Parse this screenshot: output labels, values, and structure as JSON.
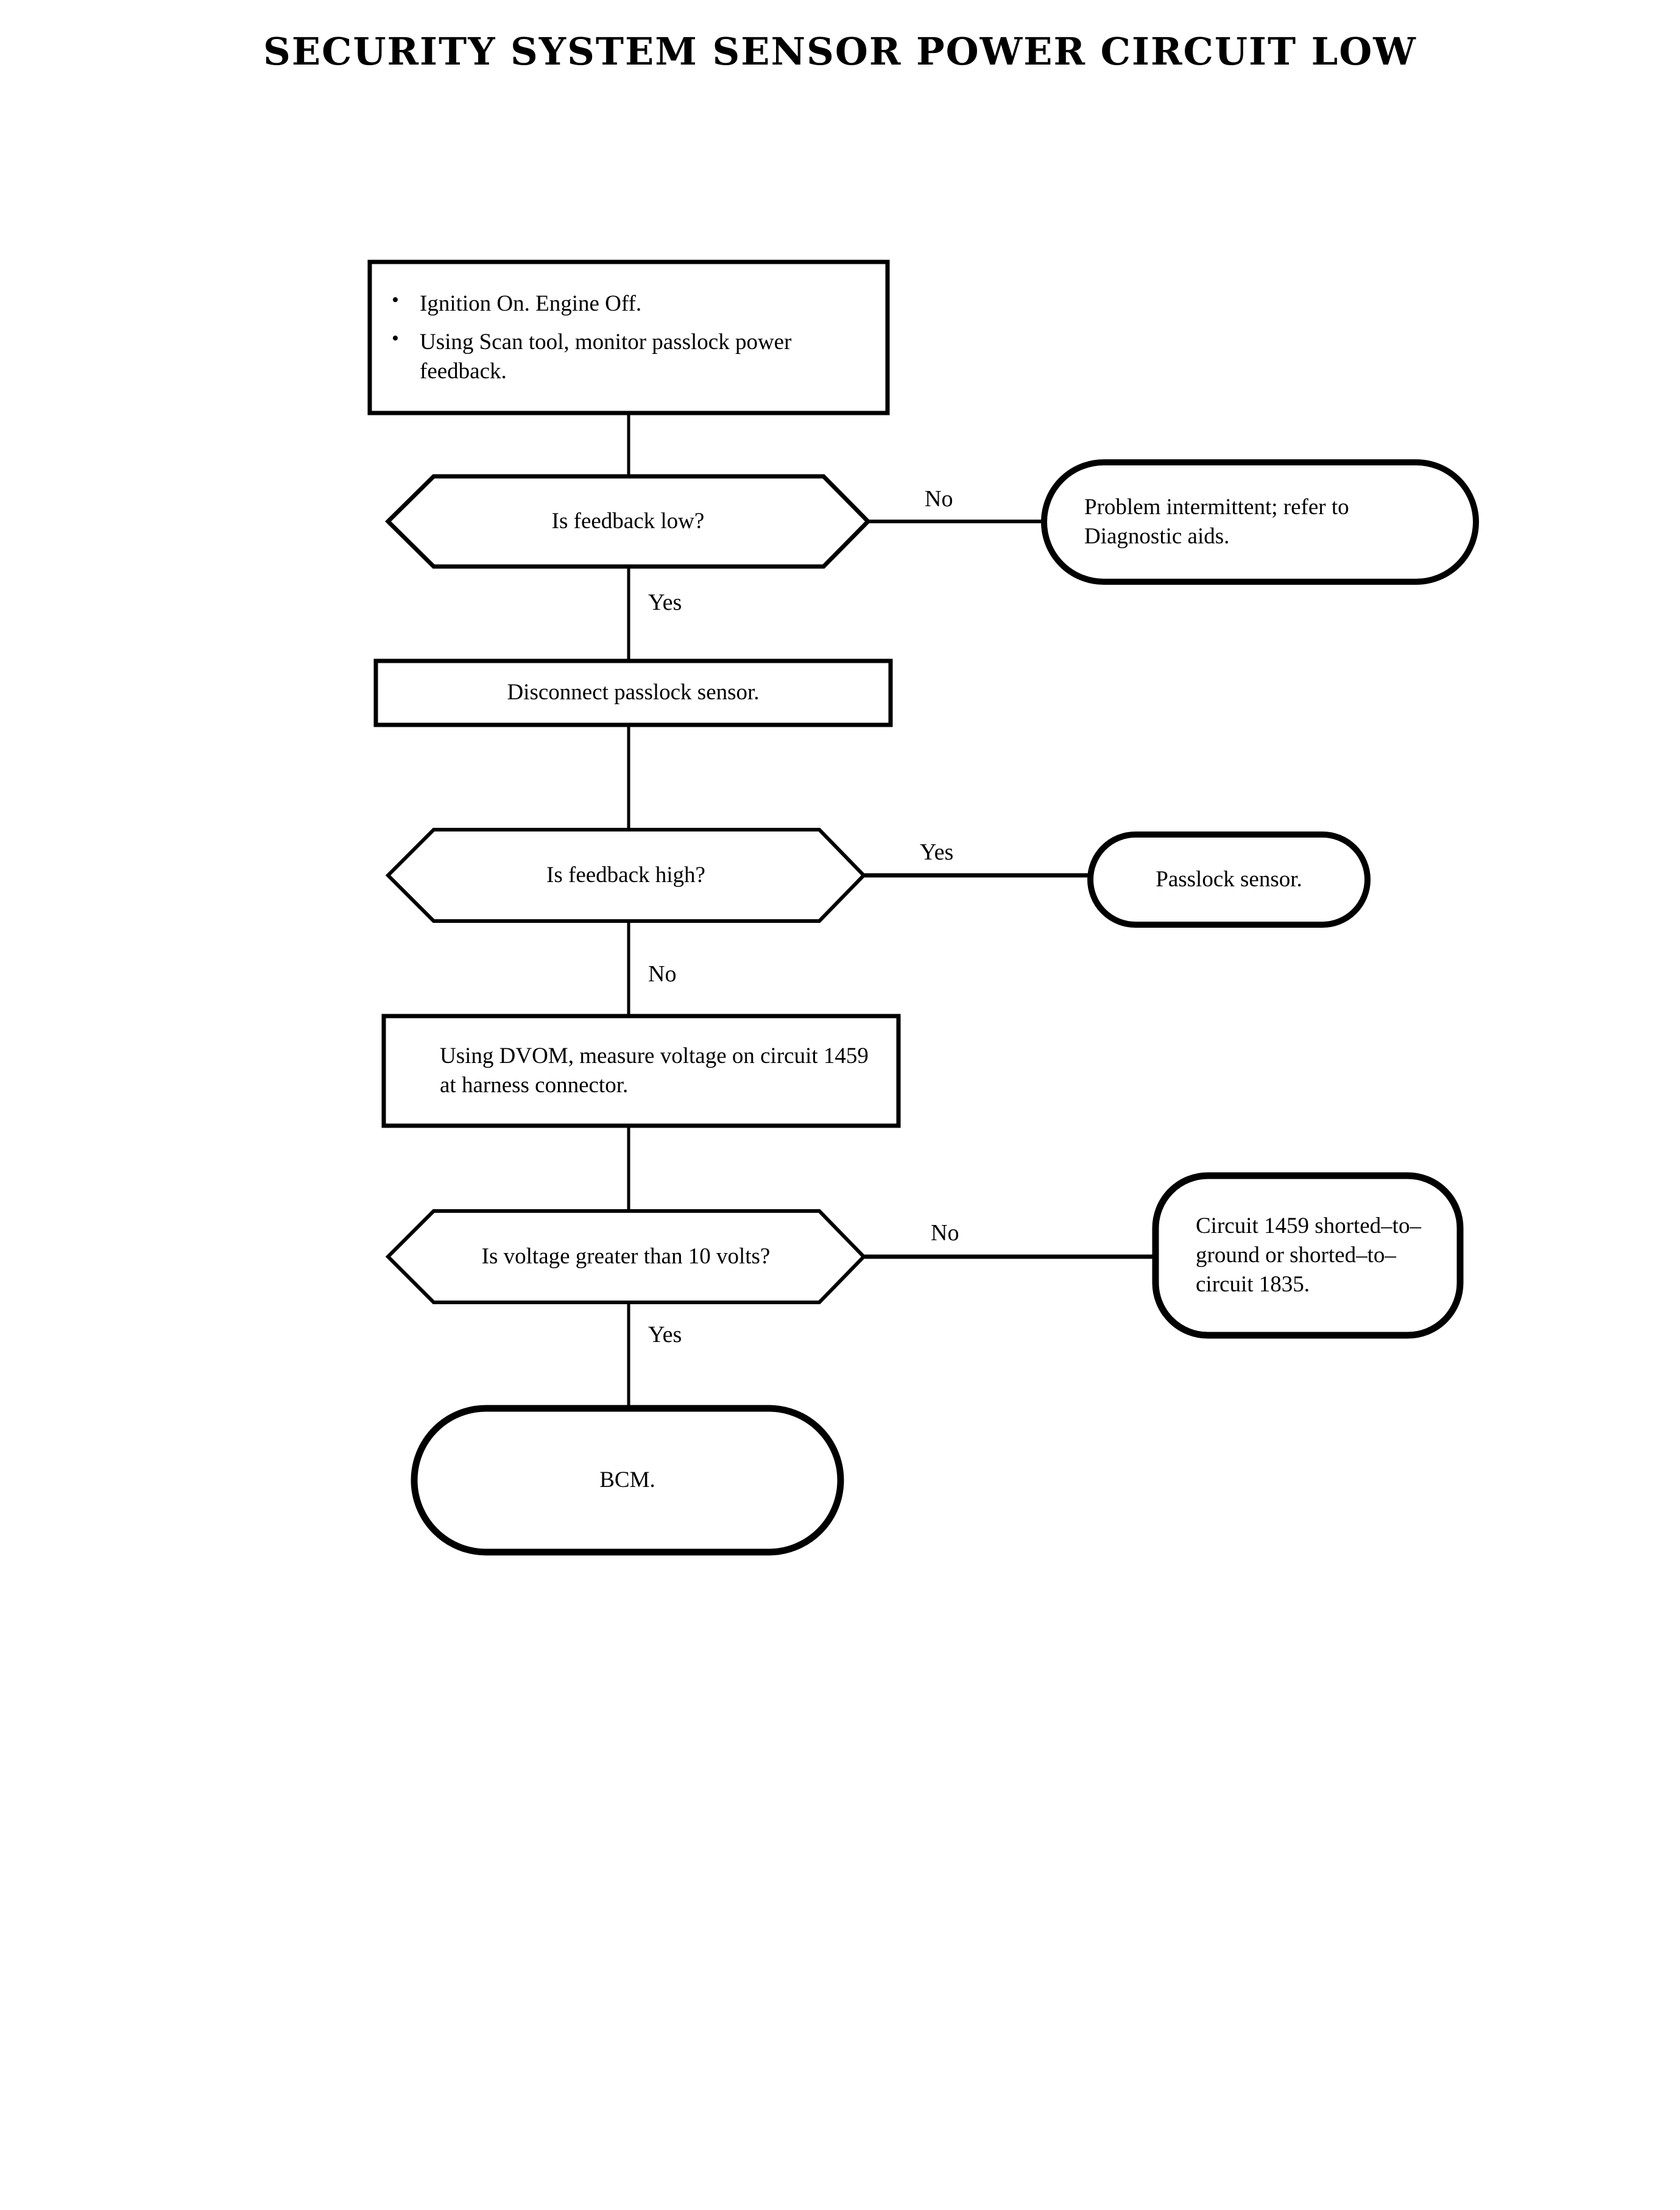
{
  "document": {
    "title": "SECURITY SYSTEM SENSOR POWER CIRCUIT LOW"
  },
  "flowchart": {
    "nodes": {
      "step_initial": {
        "type": "process",
        "bullets": [
          "Ignition On. Engine Off.",
          "Using Scan tool, monitor passlock power feedback."
        ]
      },
      "decision_feedback_low": {
        "type": "decision",
        "text": "Is feedback low?"
      },
      "terminal_intermittent": {
        "type": "terminal",
        "text": "Problem intermittent; refer to Diagnostic aids."
      },
      "step_disconnect": {
        "type": "process",
        "text": "Disconnect passlock sensor."
      },
      "decision_feedback_high": {
        "type": "decision",
        "text": "Is feedback high?"
      },
      "terminal_passlock": {
        "type": "terminal",
        "text": "Passlock sensor."
      },
      "step_dvom": {
        "type": "process",
        "text": "Using DVOM, measure voltage on circuit 1459 at harness connector."
      },
      "decision_voltage": {
        "type": "decision",
        "text": "Is voltage greater than 10 volts?"
      },
      "terminal_shorted": {
        "type": "terminal",
        "text": "Circuit 1459 shorted–to–ground or shorted–to–circuit 1835."
      },
      "terminal_bcm": {
        "type": "terminal",
        "text": "BCM."
      }
    },
    "edge_labels": {
      "feedback_low_no": "No",
      "feedback_low_yes": "Yes",
      "feedback_high_yes": "Yes",
      "feedback_high_no": "No",
      "voltage_no": "No",
      "voltage_yes": "Yes"
    },
    "colors": {
      "stroke": "#000000",
      "fill": "#ffffff",
      "text": "#000000"
    }
  }
}
